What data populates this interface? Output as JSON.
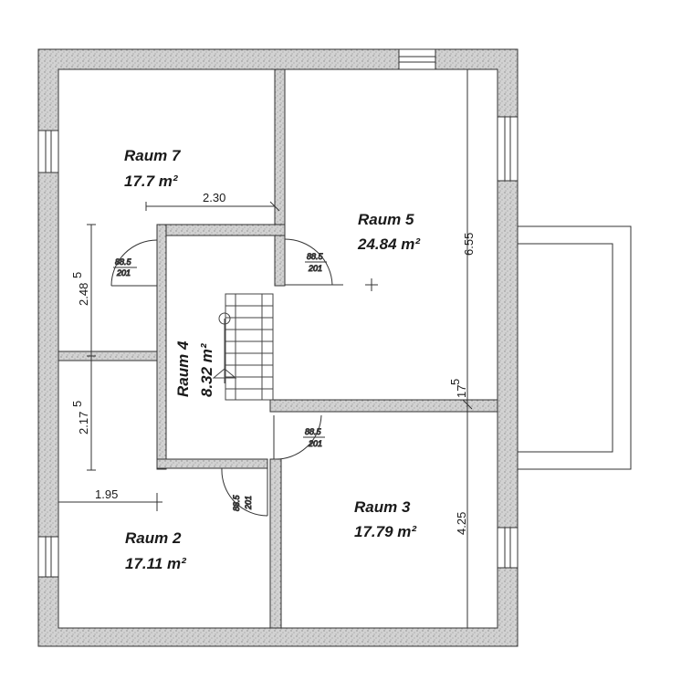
{
  "rooms": {
    "raum7": {
      "name": "Raum 7",
      "area": "17.7 m²"
    },
    "raum5": {
      "name": "Raum 5",
      "area": "24.84 m²"
    },
    "raum4": {
      "name": "Raum 4",
      "area": "8.32 m²"
    },
    "raum3": {
      "name": "Raum 3",
      "area": "17.79 m²"
    },
    "raum2": {
      "name": "Raum 2",
      "area": "17.11 m²"
    }
  },
  "dimensions": {
    "d_230": "2.30",
    "d_655": "6.55",
    "d_248_main": "2.48",
    "d_248_sup": "5",
    "d_217_main": "2.17",
    "d_217_sup": "5",
    "d_195": "1.95",
    "d_175_main": "17",
    "d_175_sup": "5",
    "d_425": "4.25"
  },
  "doors": {
    "door_raum7": {
      "width": "88.5",
      "height": "201"
    },
    "door_raum5": {
      "width": "88.5",
      "height": "201"
    },
    "door_raum3": {
      "width": "88.5",
      "height": "201"
    },
    "door_raum2": {
      "width": "88.5",
      "height": "201"
    }
  },
  "colors": {
    "wall": "#c9c9c9",
    "line": "#333333"
  }
}
